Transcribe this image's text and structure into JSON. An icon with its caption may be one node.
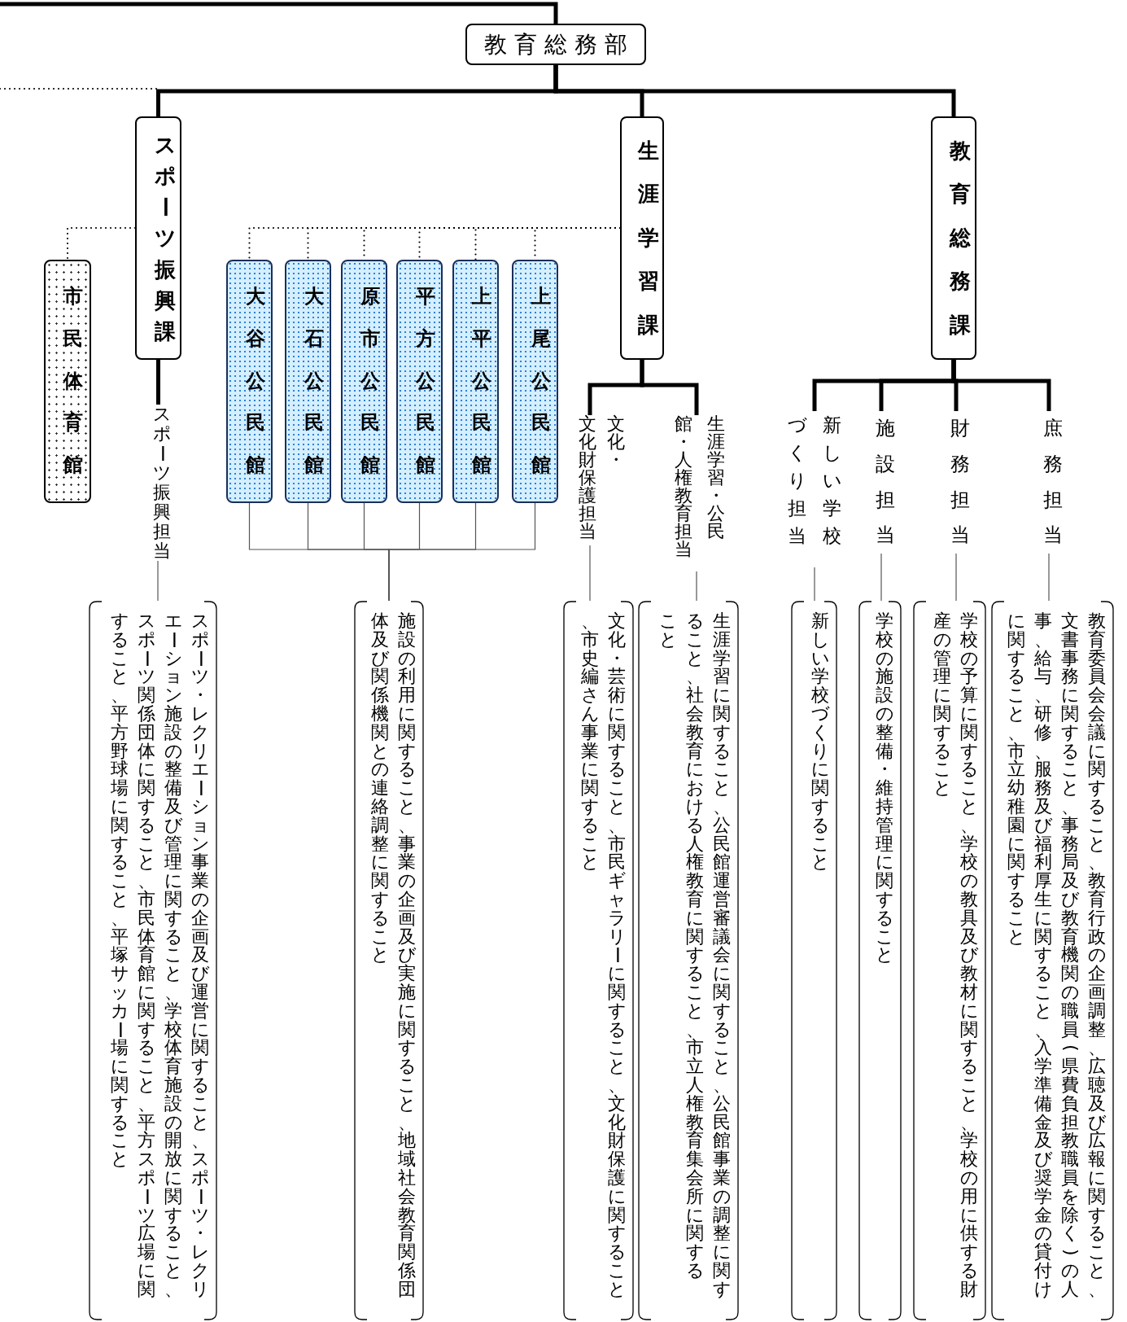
{
  "diagram": {
    "nodes": [
      {
        "text": [
          "教育総務部"
        ]
      },
      {
        "text": [
          "スポーツ振興課"
        ]
      },
      {
        "text": [
          "市民体育館"
        ]
      },
      {
        "text": [
          "大谷公民館"
        ]
      },
      {
        "text": [
          "大石公民館"
        ]
      },
      {
        "text": [
          "原市公民館"
        ]
      },
      {
        "text": [
          "平方公民館"
        ]
      },
      {
        "text": [
          "上平公民館"
        ]
      },
      {
        "text": [
          "上尾公民館"
        ]
      },
      {
        "text": [
          "生涯学習課"
        ]
      },
      {
        "text": [
          "教育総務課"
        ]
      },
      {
        "text": [
          "スポーツ振興担当"
        ]
      },
      {
        "text": [
          "文化・文化財保護担当"
        ]
      },
      {
        "text": [
          "生涯学習・公民館・人権教育担当"
        ]
      },
      {
        "text": [
          "新しい学校づくり担当"
        ]
      },
      {
        "text": [
          "施設担当"
        ]
      },
      {
        "text": [
          "財務担当"
        ]
      },
      {
        "text": [
          "庶務担当"
        ]
      },
      {
        "text": [
          "スポーツ・レクリエーション事業の企画及び運営に関すること、スポーツ・レクリエーション施設の整備及び管理に関すること、学校体育施設の開放に関すること、スポーツ関係団体に関すること、市民体育館に関すること、平方スポーツ広場に関すること、平方野球場に関すること、平塚サッカー場に関すること"
        ]
      },
      {
        "text": [
          "施設の利用に関すること、事業の企画及び実施に関すること、地域社会教育関係団体及び関係機関との連絡調整に関すること"
        ]
      },
      {
        "text": [
          "文化・芸術に関すること、市民ギャラリーに関すること、文化財保護に関すること、市史編さん事業に関すること"
        ]
      },
      {
        "text": [
          "生涯学習に関すること、公民館運営審議会に関すること、公民館事業の調整に関すること、社会教育における人権教育に関すること、市立人権教育集会所に関すること"
        ]
      },
      {
        "text": [
          "新しい学校づくりに関すること"
        ]
      },
      {
        "text": [
          "学校の施設の整備・維持管理に関すること"
        ]
      },
      {
        "text": [
          "学校の予算に関すること、学校の教具及び教材に関すること、学校の用に供する財産の管理に関すること"
        ]
      },
      {
        "text": [
          "教育委員会会議に関すること、教育行政の企画調整、広聴及び広報に関すること、文書事務に関すること、事務局及び教育機関の職員(県費負担教職員を除く)の人事、給与、研修、服務及び福利厚生に関すること、入学準備金及び奨学金の貸付けに関すること、市立幼稚園に関すること"
        ]
      }
    ],
    "edges": [
      {
        "from": null,
        "to": 0,
        "arrow": "none",
        "style": "thick"
      },
      {
        "from": null,
        "to": 1,
        "arrow": "none",
        "style": "dashed"
      },
      {
        "from": 0,
        "to": 1,
        "arrow": "none",
        "style": "thick"
      },
      {
        "from": 0,
        "to": 9,
        "arrow": "none",
        "style": "thick"
      },
      {
        "from": 0,
        "to": 10,
        "arrow": "none",
        "style": "thick"
      },
      {
        "from": 1,
        "to": 2,
        "arrow": "none",
        "style": "dashed"
      },
      {
        "from": 9,
        "to": 3,
        "arrow": "none",
        "style": "dashed"
      },
      {
        "from": 9,
        "to": 4,
        "arrow": "none",
        "style": "dashed"
      },
      {
        "from": 9,
        "to": 5,
        "arrow": "none",
        "style": "dashed"
      },
      {
        "from": 9,
        "to": 6,
        "arrow": "none",
        "style": "dashed"
      },
      {
        "from": 9,
        "to": 7,
        "arrow": "none",
        "style": "dashed"
      },
      {
        "from": 9,
        "to": 8,
        "arrow": "none",
        "style": "dashed"
      },
      {
        "from": 1,
        "to": 11,
        "arrow": "none",
        "style": "thick"
      },
      {
        "from": 9,
        "to": 12,
        "arrow": "none",
        "style": "thick"
      },
      {
        "from": 9,
        "to": 13,
        "arrow": "none",
        "style": "thick"
      },
      {
        "from": 10,
        "to": 14,
        "arrow": "none",
        "style": "thick"
      },
      {
        "from": 10,
        "to": 15,
        "arrow": "none",
        "style": "thick"
      },
      {
        "from": 10,
        "to": 16,
        "arrow": "none",
        "style": "thick"
      },
      {
        "from": 10,
        "to": 17,
        "arrow": "none",
        "style": "thick"
      },
      {
        "from": 11,
        "to": 18,
        "arrow": "none"
      },
      {
        "from": 3,
        "to": 19,
        "arrow": "none"
      },
      {
        "from": 4,
        "to": 19,
        "arrow": "none"
      },
      {
        "from": 5,
        "to": 19,
        "arrow": "none"
      },
      {
        "from": 6,
        "to": 19,
        "arrow": "none"
      },
      {
        "from": 7,
        "to": 19,
        "arrow": "none"
      },
      {
        "from": 8,
        "to": 19,
        "arrow": "none"
      },
      {
        "from": 12,
        "to": 20,
        "arrow": "none"
      },
      {
        "from": 13,
        "to": 21,
        "arrow": "none"
      },
      {
        "from": 14,
        "to": 22,
        "arrow": "none"
      },
      {
        "from": 15,
        "to": 23,
        "arrow": "none"
      },
      {
        "from": 16,
        "to": 24,
        "arrow": "none"
      },
      {
        "from": 17,
        "to": 25,
        "arrow": "none"
      }
    ]
  }
}
